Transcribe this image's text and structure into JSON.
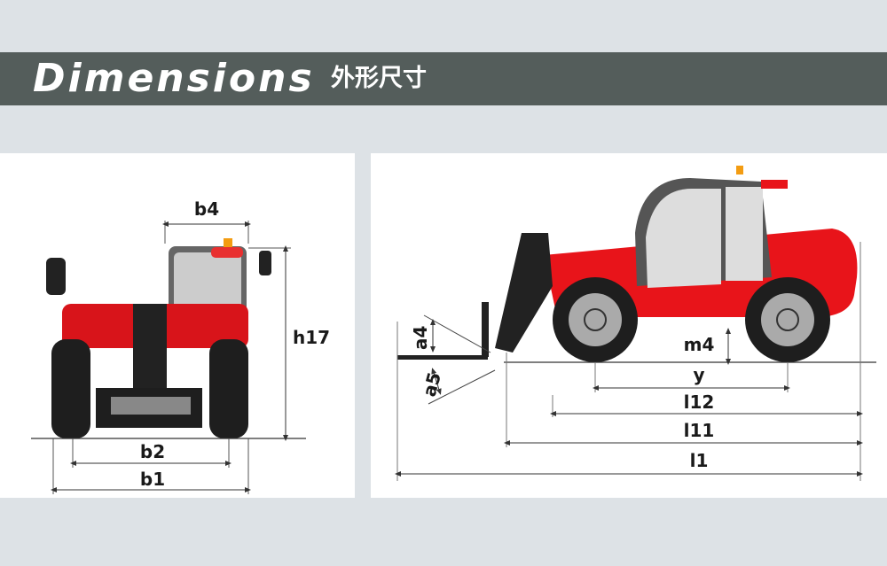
{
  "header": {
    "title": "Dimensions",
    "subtitle": "外形尺寸"
  },
  "front_view": {
    "labels": {
      "b4": "b4",
      "h17": "h17",
      "b2": "b2",
      "b1": "b1"
    }
  },
  "side_view": {
    "labels": {
      "a4": "a4",
      "a5": "a5",
      "m4": "m4",
      "y": "y",
      "l12": "l12",
      "l11": "l11",
      "l1": "l1"
    }
  },
  "colors": {
    "banner": "#545d5b",
    "body_red": "#e8141a",
    "tire": "#1e1e1e",
    "background": "#dde2e6"
  }
}
